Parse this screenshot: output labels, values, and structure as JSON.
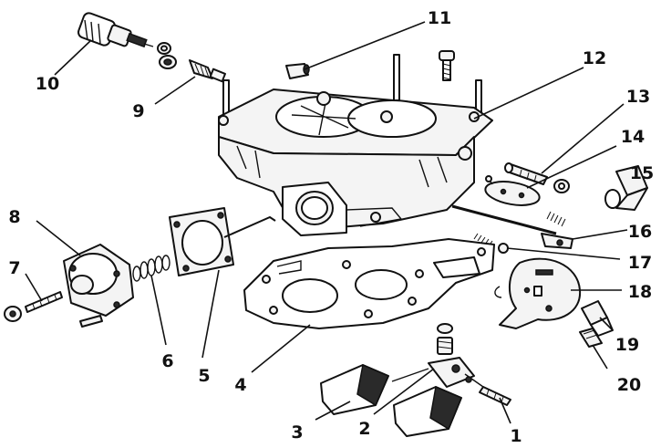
{
  "figure": {
    "callouts": [
      {
        "id": "1",
        "label": "1"
      },
      {
        "id": "2",
        "label": "2"
      },
      {
        "id": "3",
        "label": "3"
      },
      {
        "id": "4",
        "label": "4"
      },
      {
        "id": "5",
        "label": "5"
      },
      {
        "id": "6",
        "label": "6"
      },
      {
        "id": "7",
        "label": "7"
      },
      {
        "id": "8",
        "label": "8"
      },
      {
        "id": "9",
        "label": "9"
      },
      {
        "id": "10",
        "label": "10"
      },
      {
        "id": "11",
        "label": "11"
      },
      {
        "id": "12",
        "label": "12"
      },
      {
        "id": "13",
        "label": "13"
      },
      {
        "id": "14",
        "label": "14"
      },
      {
        "id": "15",
        "label": "15"
      },
      {
        "id": "16",
        "label": "16"
      },
      {
        "id": "17",
        "label": "17"
      },
      {
        "id": "18",
        "label": "18"
      },
      {
        "id": "19",
        "label": "19"
      },
      {
        "id": "20",
        "label": "20"
      }
    ]
  }
}
